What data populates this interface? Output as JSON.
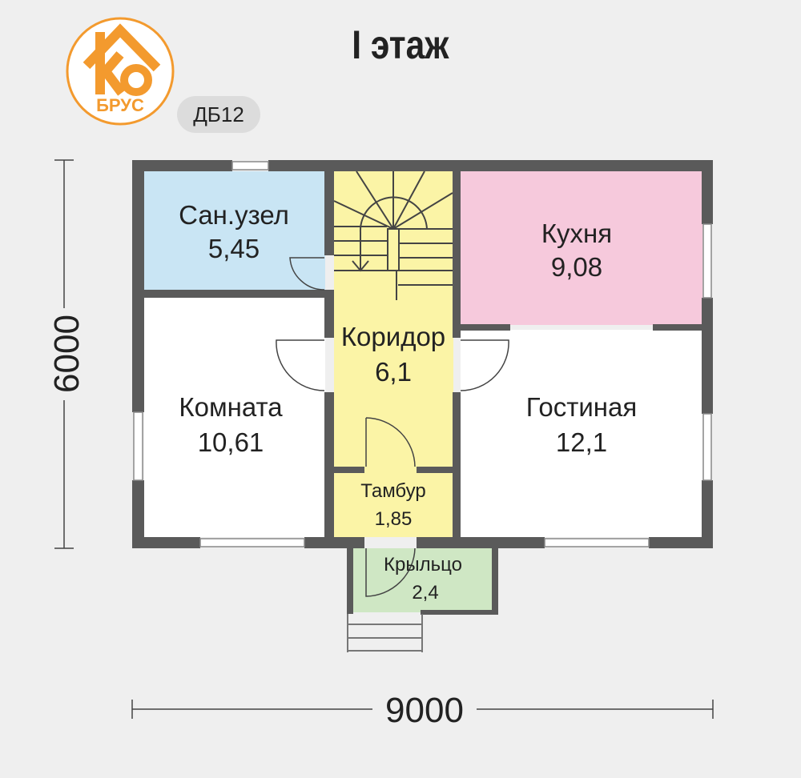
{
  "title": "I этаж",
  "logo": {
    "text_top": "КО",
    "text_bottom": "БРУС",
    "color": "#f39a2e"
  },
  "model_badge": "ДБ12",
  "rooms": {
    "bathroom": {
      "name": "Сан.узел",
      "area": "5,45",
      "color": "#c9e5f4"
    },
    "kitchen": {
      "name": "Кухня",
      "area": "9,08",
      "color": "#f6c9dc"
    },
    "corridor": {
      "name": "Коридор",
      "area": "6,1",
      "color": "#fbf4a6"
    },
    "room": {
      "name": "Комната",
      "area": "10,61",
      "color": "#ffffff"
    },
    "living": {
      "name": "Гостиная",
      "area": "12,1",
      "color": "#ffffff"
    },
    "vestibule": {
      "name": "Тамбур",
      "area": "1,85",
      "color": "#fbf4a6"
    },
    "porch": {
      "name": "Крыльцо",
      "area": "2,4",
      "color": "#cfe7c4"
    }
  },
  "dimensions": {
    "height": "6000",
    "width": "9000"
  },
  "colors": {
    "wall": "#5a5a5a",
    "background": "#efefef"
  }
}
